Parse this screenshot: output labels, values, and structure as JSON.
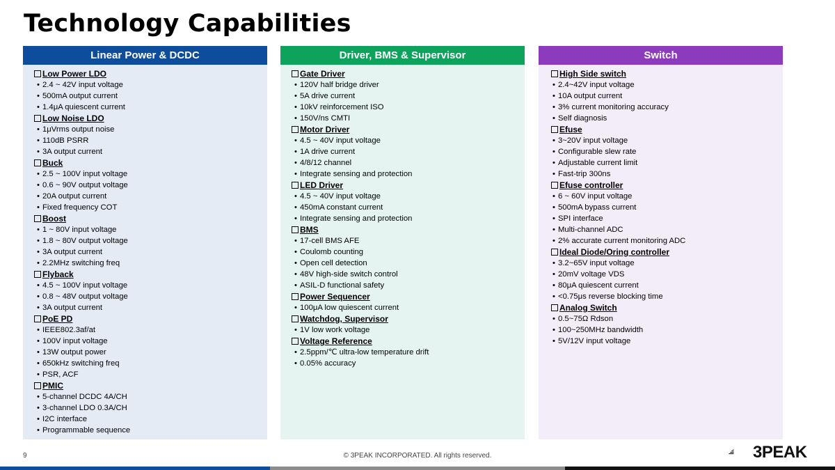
{
  "title": "Technology Capabilities",
  "colors": {
    "col1_header": "#0e4c9c",
    "col1_body": "#e4ebf5",
    "col2_header": "#0ea35d",
    "col2_body": "#e6f4f1",
    "col3_header": "#8b3bbb",
    "col3_body": "#f3ecf9",
    "bar_blue": "#0e4c9c",
    "bar_gray": "#8c8c8c",
    "bar_black": "#111111"
  },
  "columns": [
    {
      "header": "Linear Power & DCDC",
      "sections": [
        {
          "title": "Low Power LDO",
          "items": [
            "2.4 ~ 42V input voltage",
            "500mA output current",
            "1.4μA quiescent current"
          ]
        },
        {
          "title": "Low Noise LDO",
          "items": [
            "1μVrms output noise",
            "110dB PSRR",
            "3A output current"
          ]
        },
        {
          "title": "Buck",
          "items": [
            "2.5 ~ 100V input voltage",
            "0.6 ~ 90V output voltage",
            "20A output current",
            "Fixed frequency COT"
          ]
        },
        {
          "title": "Boost",
          "items": [
            "1 ~ 80V input voltage",
            "1.8 ~ 80V output voltage",
            "3A output current",
            "2.2MHz switching freq"
          ]
        },
        {
          "title": "Flyback",
          "items": [
            "4.5 ~ 100V input voltage",
            "0.8 ~ 48V output voltage",
            "3A output current"
          ]
        },
        {
          "title": "PoE PD",
          "items": [
            "IEEE802.3af/at",
            "100V input voltage",
            "13W output power",
            "650kHz switching freq",
            "PSR, ACF"
          ]
        },
        {
          "title": "PMIC",
          "items": [
            "5-channel DCDC 4A/CH",
            "3-channel LDO 0.3A/CH",
            "I2C interface",
            "Programmable sequence"
          ]
        }
      ]
    },
    {
      "header": "Driver, BMS & Supervisor",
      "sections": [
        {
          "title": "Gate Driver",
          "items": [
            "120V half bridge driver",
            "5A drive current",
            "10kV reinforcement ISO",
            "150V/ns CMTI"
          ]
        },
        {
          "title": "Motor Driver",
          "items": [
            "4.5 ~ 40V input voltage",
            "1A drive current",
            "4/8/12 channel",
            "Integrate sensing and protection"
          ]
        },
        {
          "title": "LED Driver",
          "items": [
            "4.5 ~ 40V input voltage",
            "450mA constant current",
            "Integrate sensing and protection"
          ]
        },
        {
          "title": "BMS",
          "items": [
            "17-cell BMS AFE",
            "Coulomb counting",
            "Open cell detection",
            "48V high-side switch control",
            "ASIL-D functional safety"
          ]
        },
        {
          "title": "Power Sequencer",
          "items": [
            "100μA low quiescent current"
          ]
        },
        {
          "title": "Watchdog, Supervisor",
          "items": [
            "1V low work voltage"
          ]
        },
        {
          "title": "Voltage Reference",
          "items": [
            "2.5ppm/℃ ultra-low temperature drift",
            "0.05% accuracy"
          ]
        }
      ]
    },
    {
      "header": "Switch",
      "sections": [
        {
          "title": "High Side switch",
          "items": [
            "2.4~42V input voltage",
            "10A output current",
            "3% current monitoring accuracy",
            "Self diagnosis"
          ]
        },
        {
          "title": "Efuse",
          "items": [
            "3~20V input voltage",
            "Configurable slew rate",
            "Adjustable current limit",
            "Fast-trip 300ns"
          ]
        },
        {
          "title": "Efuse controller",
          "items": [
            "6 ~ 60V input voltage",
            "500mA bypass current",
            "SPI interface",
            "Multi-channel ADC",
            "2% accurate current monitoring ADC"
          ]
        },
        {
          "title": "Ideal Diode/Oring controller",
          "items": [
            "3.2~65V input voltage",
            "20mV voltage VDS",
            "80μA quiescent current",
            "<0.75μs reverse blocking time"
          ]
        },
        {
          "title": "Analog Switch",
          "items": [
            "0.5~75Ω Rdson",
            "100~250MHz bandwidth",
            "5V/12V input voltage"
          ]
        }
      ]
    }
  ],
  "footer": {
    "page_number": "9",
    "copyright": "© 3PEAK INCORPORATED. All rights reserved.",
    "logo_text": "3PEAK"
  }
}
